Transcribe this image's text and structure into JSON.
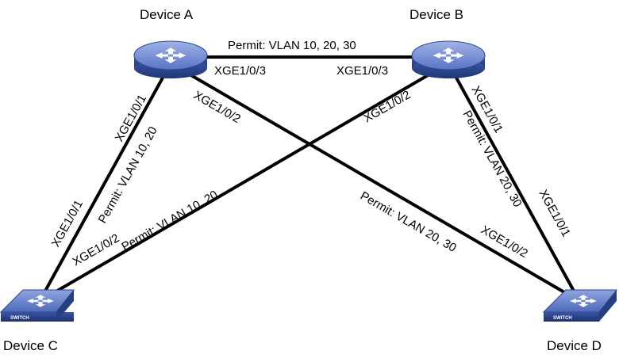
{
  "devices": {
    "a": "Device A",
    "b": "Device B",
    "c": "Device C",
    "d": "Device D"
  },
  "switch_badge": "SWITCH",
  "ports": {
    "a_ac": "XGE1/0/1",
    "a_ab": "XGE1/0/3",
    "a_ad": "XGE1/0/2",
    "b_ba": "XGE1/0/3",
    "b_bc": "XGE1/0/2",
    "b_bd": "XGE1/0/1",
    "c_ca": "XGE1/0/1",
    "c_cb": "XGE1/0/2",
    "d_db": "XGE1/0/1",
    "d_da": "XGE1/0/2"
  },
  "permits": {
    "ab": "Permit: VLAN 10, 20, 30",
    "ac": "Permit: VLAN 10, 20",
    "bc": "Permit: VLAN 10, 20",
    "bd": "Permit: VLAN 20, 30",
    "ad": "Permit: VLAN 20, 30"
  },
  "colors": {
    "teal": "#008080",
    "blue": "#0000ff",
    "black": "#000000"
  }
}
